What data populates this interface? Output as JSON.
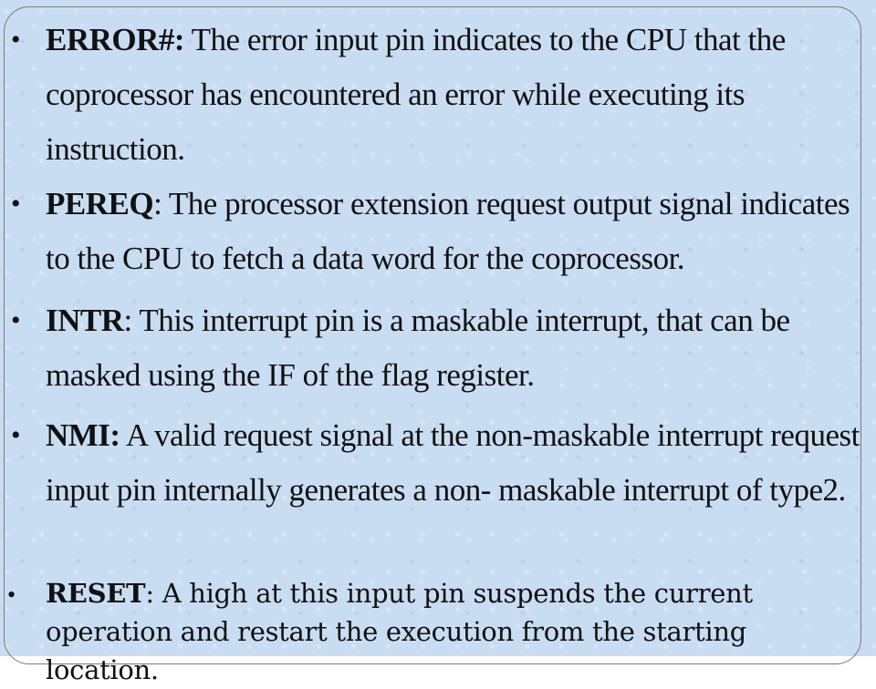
{
  "items": [
    {
      "term": "ERROR#:",
      "text": " The error input pin indicates to the CPU that the coprocessor has encountered an error while executing its instruction."
    },
    {
      "term": "PEREQ",
      "text": ": The processor extension request output signal indicates to the CPU to fetch a data word for the coprocessor."
    },
    {
      "term": "INTR",
      "text": ": This interrupt pin is a maskable interrupt, that can be masked using the IF of the flag register."
    },
    {
      "term": "NMI:",
      "text": " A valid request signal at the non-maskable interrupt request input pin internally generates a non- maskable interrupt of type2."
    },
    {
      "term": "RESET",
      "text": ": A high at this input pin suspends the current operation and restart the execution from the starting location."
    }
  ]
}
